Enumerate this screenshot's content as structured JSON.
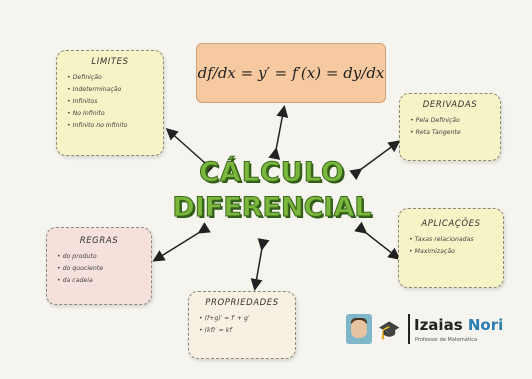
{
  "formula": "df/dx = y′ = f′(x) = dy/dx",
  "title": {
    "line1": "CÁLCULO",
    "line2": "DIFERENCIAL"
  },
  "limites": {
    "heading": "LIMITES",
    "items": [
      "Definição",
      "Indeterminação",
      "Infinitos",
      "No Infinito",
      "Infinito no Infinito"
    ]
  },
  "derivadas": {
    "heading": "DERIVADAS",
    "items": [
      "Pela Definição",
      "Reta Tangente"
    ]
  },
  "regras": {
    "heading": "REGRAS",
    "items": [
      "do produto",
      "do quociente",
      "da cadeia"
    ]
  },
  "aplicacoes": {
    "heading": "APLICAÇÕES",
    "items": [
      "Taxas relacionadas",
      "Maximização"
    ]
  },
  "propriedades": {
    "heading": "PROPRIEDADES",
    "items": [
      "(f+g)′ = f′ + g′",
      "(kf)′ = kf′"
    ]
  },
  "logo": {
    "name_first": "Izaias",
    "name_last": "Nori",
    "subtitle": "Professor de Matemática"
  },
  "colors": {
    "title_green": "#7ab73c",
    "formula_bg": "#f7c9a0",
    "note_yellow": "#f6f3c6",
    "note_pink": "#f6e0dc"
  },
  "icons": [
    "graduation-cap-icon",
    "avatar"
  ]
}
